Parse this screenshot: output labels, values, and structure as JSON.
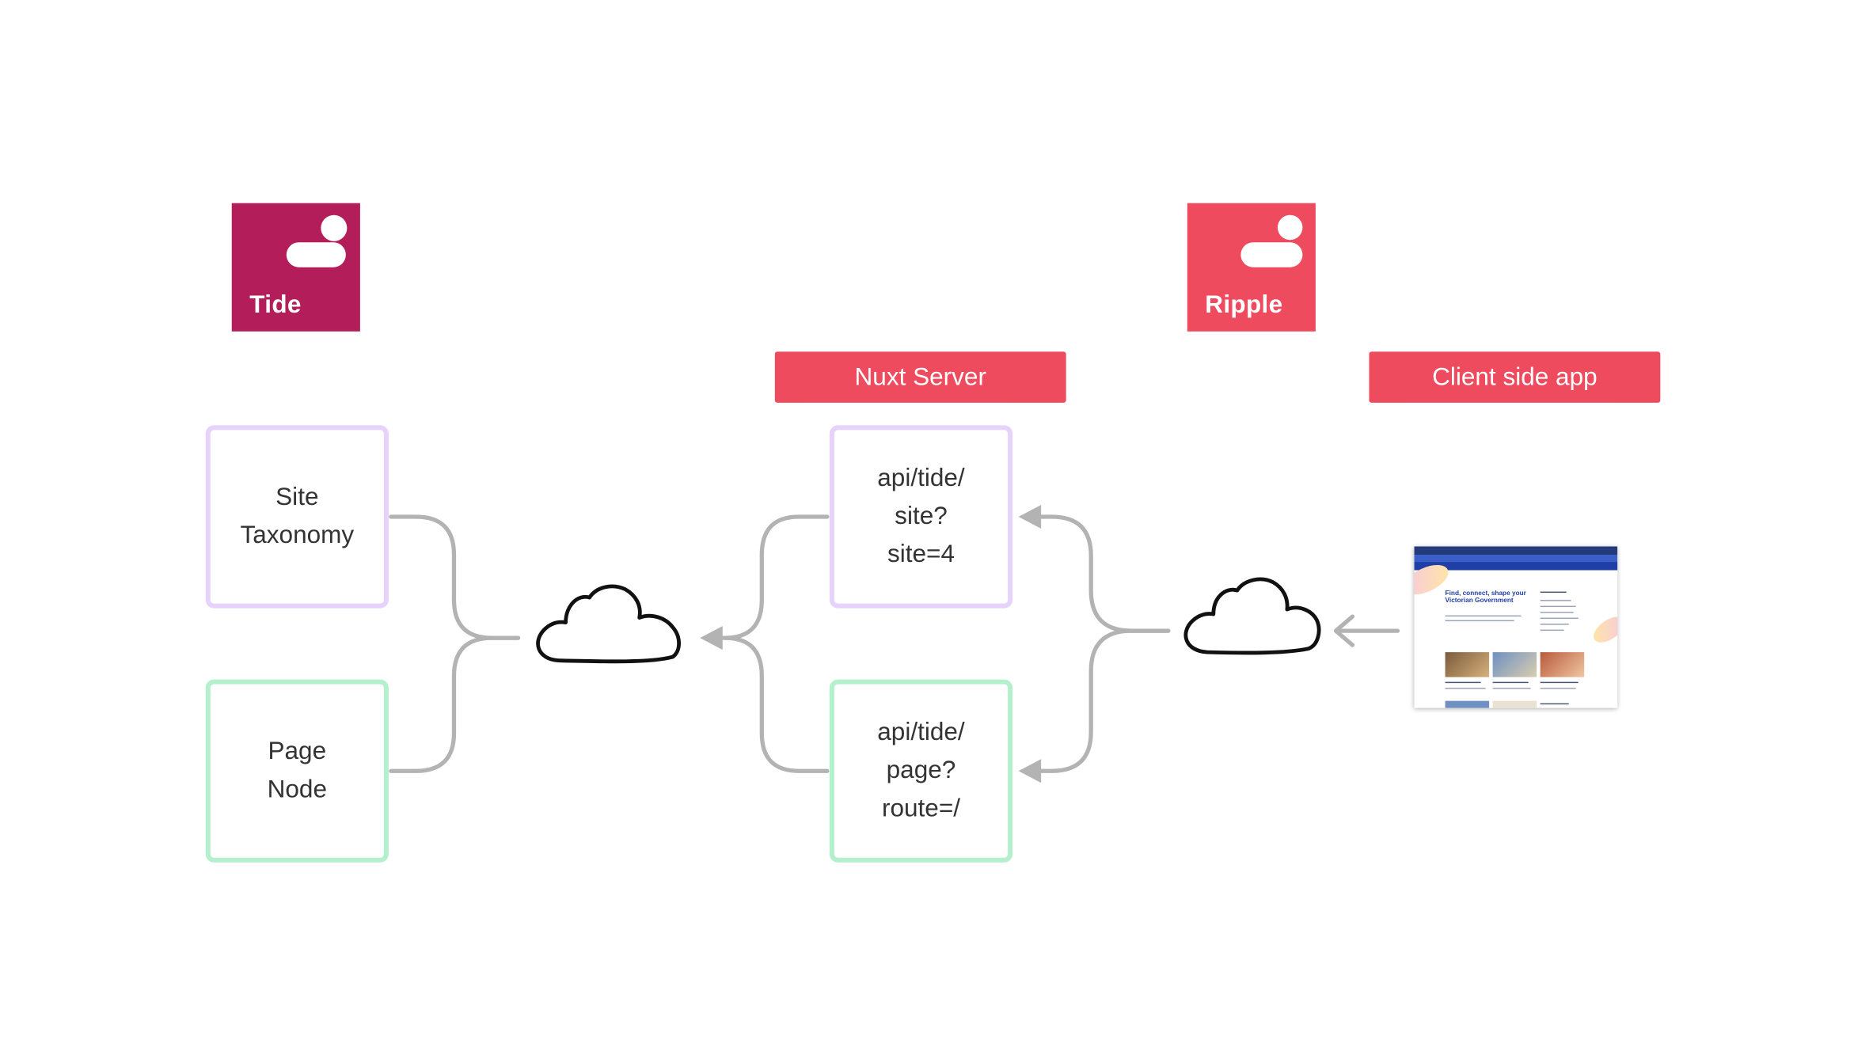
{
  "logos": {
    "tide": {
      "label": "Tide",
      "color": "#B31E5A"
    },
    "ripple": {
      "label": "Ripple",
      "color": "#EE4B5F"
    }
  },
  "tags": {
    "nuxt_server": "Nuxt Server",
    "client_side_app": "Client side app",
    "color": "#EE4B5F"
  },
  "nodes": {
    "site_taxonomy": {
      "lines": [
        "Site",
        "Taxonomy"
      ],
      "border": "#E6D2FB"
    },
    "page_node": {
      "lines": [
        "Page",
        "Node"
      ],
      "border": "#B4F0CD"
    },
    "api_site": {
      "lines": [
        "api/tide/",
        "site?",
        "site=4"
      ],
      "border": "#E6D2FB"
    },
    "api_page": {
      "lines": [
        "api/tide/",
        "page?",
        "route=/"
      ],
      "border": "#B4F0CD"
    }
  },
  "icons": [
    "cloud-icon",
    "arrow-left-icon",
    "browser-screenshot"
  ],
  "thumbnail": {
    "headline": "Find, connect, shape your Victorian Government"
  },
  "colors": {
    "connector": "#B3B3B3",
    "cloud_stroke": "#111111"
  }
}
